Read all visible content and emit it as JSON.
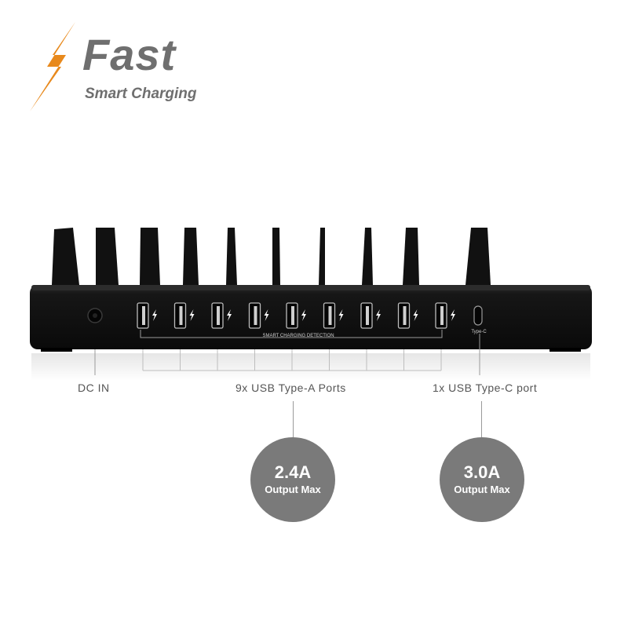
{
  "brand": {
    "title": "Fast",
    "subtitle": "Smart Charging",
    "accent_color": "#e8891c",
    "icon": "lightning-bolt-icon"
  },
  "device": {
    "body_color": "#111111",
    "usb_a_port_count": 9,
    "usb_c_port_count": 1,
    "strip_label": "SMART CHARGING DETECTION",
    "type_c_label": "Type-C"
  },
  "labels": {
    "dc_in": "DC IN",
    "usb_a": "9x USB Type-A Ports",
    "usb_c": "1x USB Type-C port"
  },
  "outputs": {
    "usb_a": {
      "value": "2.4A",
      "caption": "Output Max"
    },
    "usb_c": {
      "value": "3.0A",
      "caption": "Output Max"
    }
  }
}
